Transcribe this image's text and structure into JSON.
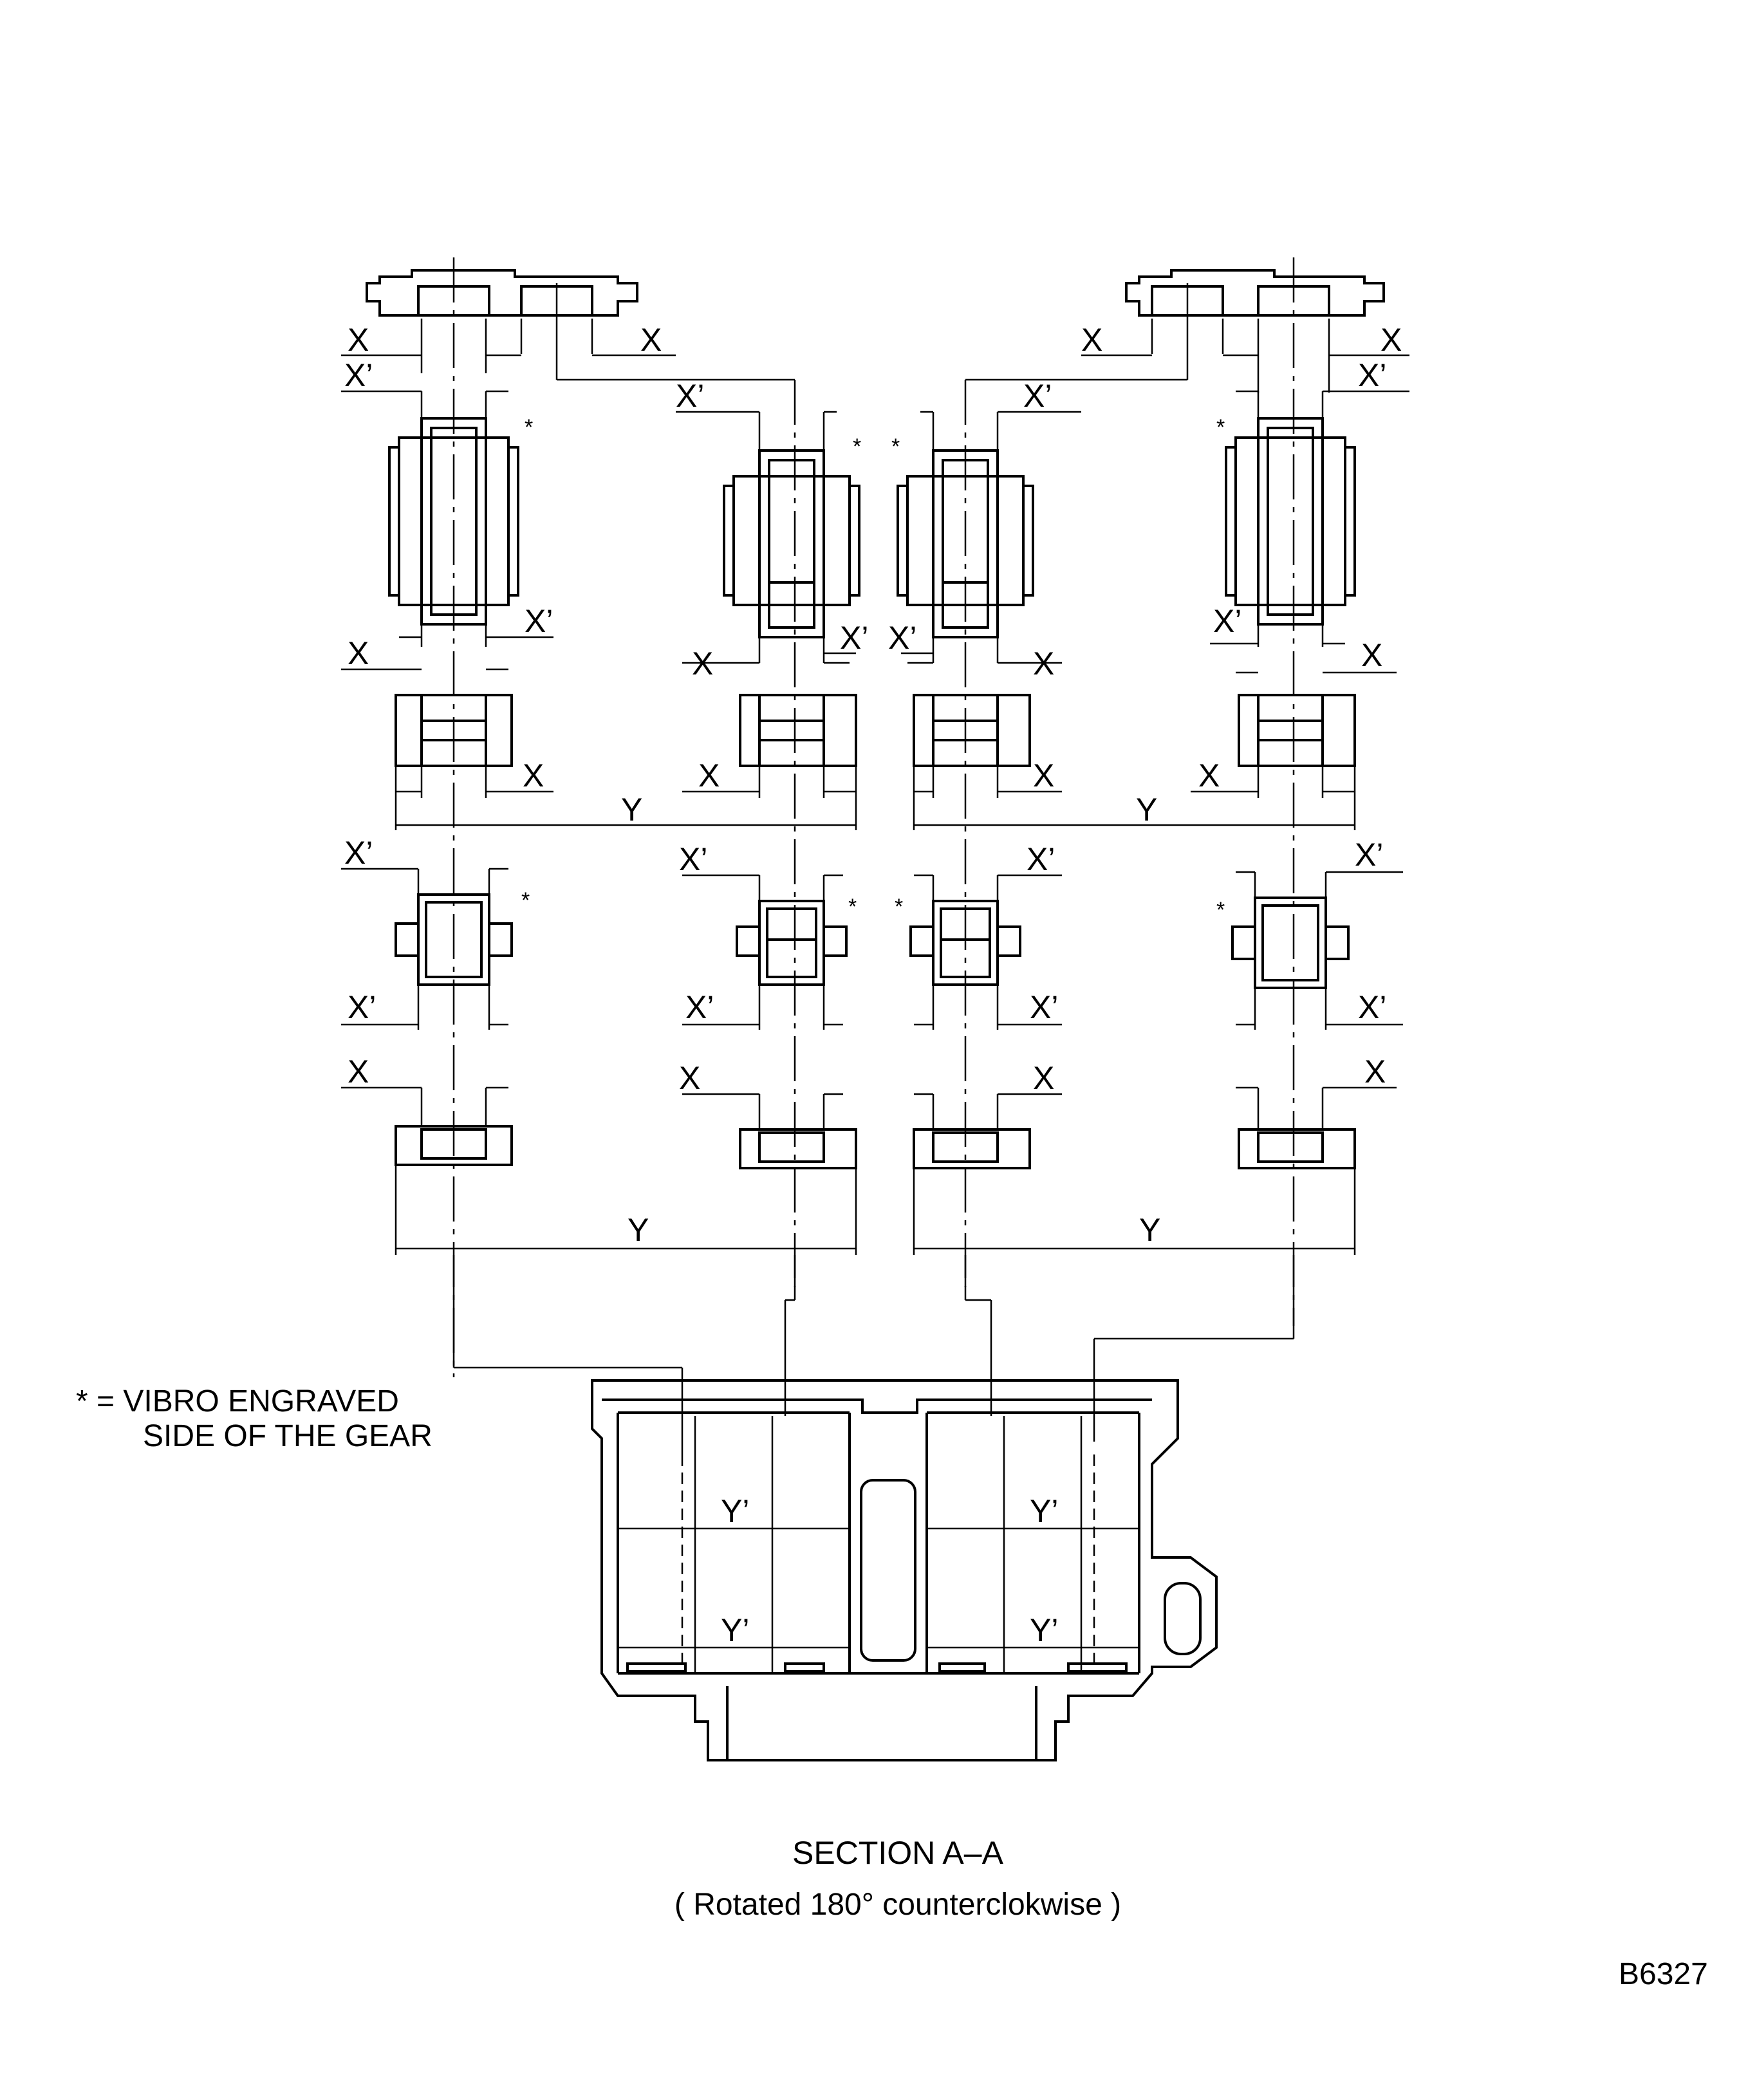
{
  "drawing": {
    "code": "B6327",
    "legend": {
      "line1": "* = VIBRO ENGRAVED",
      "line2": "SIDE OF THE GEAR"
    },
    "section_title": "SECTION  A–A",
    "section_subtitle": "( Rotated  180° counterclokwise )",
    "star_mark": "*",
    "dimension_symbols": {
      "x": "X",
      "x_prime": "X’",
      "y": "Y",
      "y_prime": "Y’"
    }
  }
}
